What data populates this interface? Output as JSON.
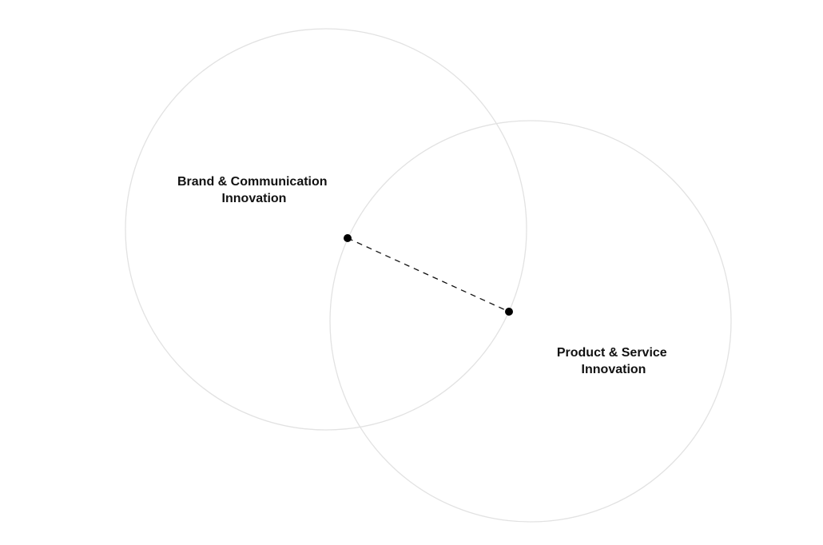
{
  "diagram": {
    "circles": [
      {
        "id": "brand",
        "label_lines": [
          "Brand & Communication",
          "Innovation"
        ]
      },
      {
        "id": "product",
        "label_lines": [
          "Product & Service",
          "Innovation"
        ]
      }
    ],
    "colors": {
      "background": "#ffffff",
      "circle_stroke": "#e2e2e2",
      "connector": "#111111",
      "dot": "#000000",
      "label": "#111111"
    }
  }
}
